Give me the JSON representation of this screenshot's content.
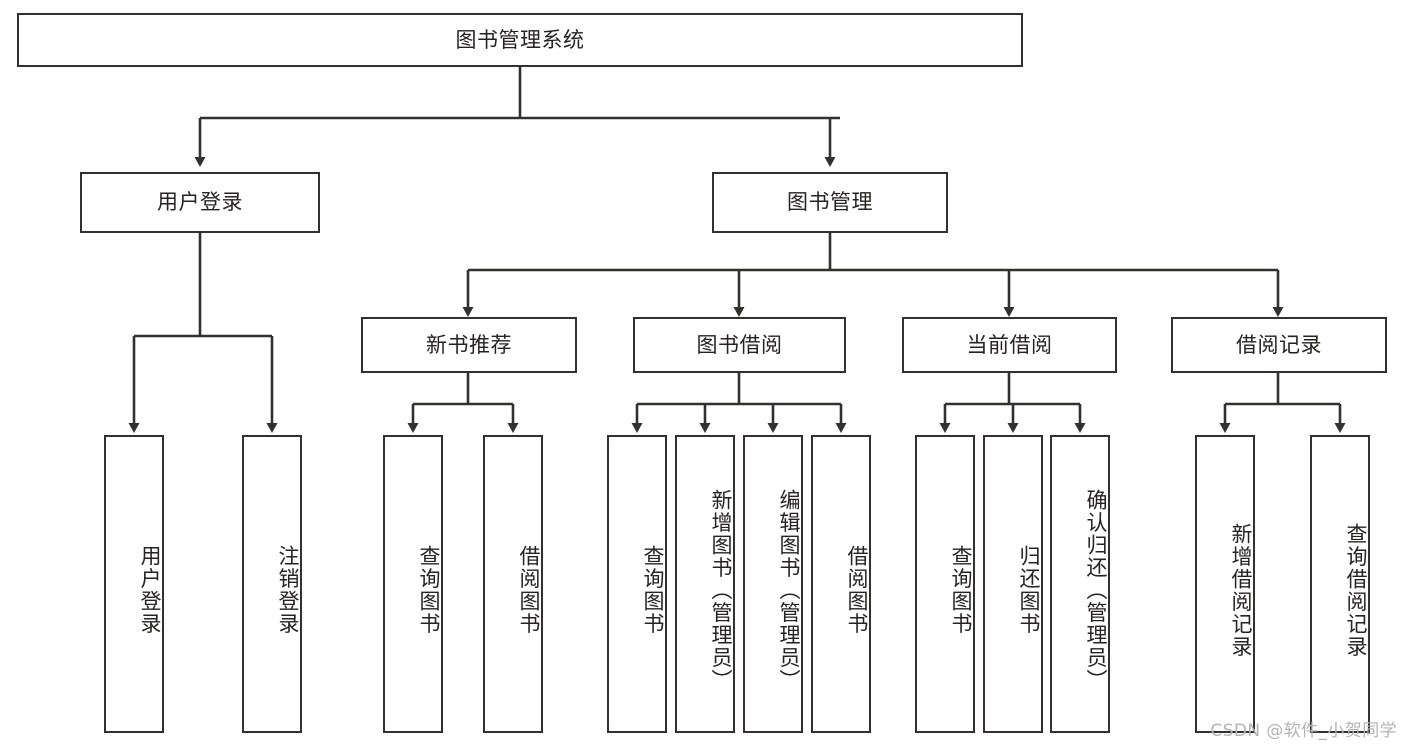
{
  "diagram": {
    "title": "图书管理系统",
    "type": "tree-hierarchy-chart",
    "root": {
      "label": "图书管理系统"
    },
    "level1": [
      {
        "label": "用户登录"
      },
      {
        "label": "图书管理"
      }
    ],
    "level2": [
      {
        "label": "新书推荐"
      },
      {
        "label": "图书借阅"
      },
      {
        "label": "当前借阅"
      },
      {
        "label": "借阅记录"
      }
    ],
    "leaves": {
      "user_login": [
        {
          "label": "用户登录"
        },
        {
          "label": "注销登录"
        }
      ],
      "new_book_recommend": [
        {
          "label": "查询图书"
        },
        {
          "label": "借阅图书"
        }
      ],
      "book_borrow": [
        {
          "label": "查询图书"
        },
        {
          "label": "新增图书（管理员）"
        },
        {
          "label": "编辑图书（管理员）"
        },
        {
          "label": "借阅图书"
        }
      ],
      "current_borrow": [
        {
          "label": "查询图书"
        },
        {
          "label": "归还图书"
        },
        {
          "label": "确认归还（管理员）"
        }
      ],
      "borrow_record": [
        {
          "label": "新增借阅记录"
        },
        {
          "label": "查询借阅记录"
        }
      ]
    }
  },
  "watermark": {
    "text": "CSDN @软件_小贺同学"
  },
  "colors": {
    "stroke": "#33302f",
    "text": "#262322",
    "background": "#ffffff",
    "watermark": "#b4b4b4"
  }
}
